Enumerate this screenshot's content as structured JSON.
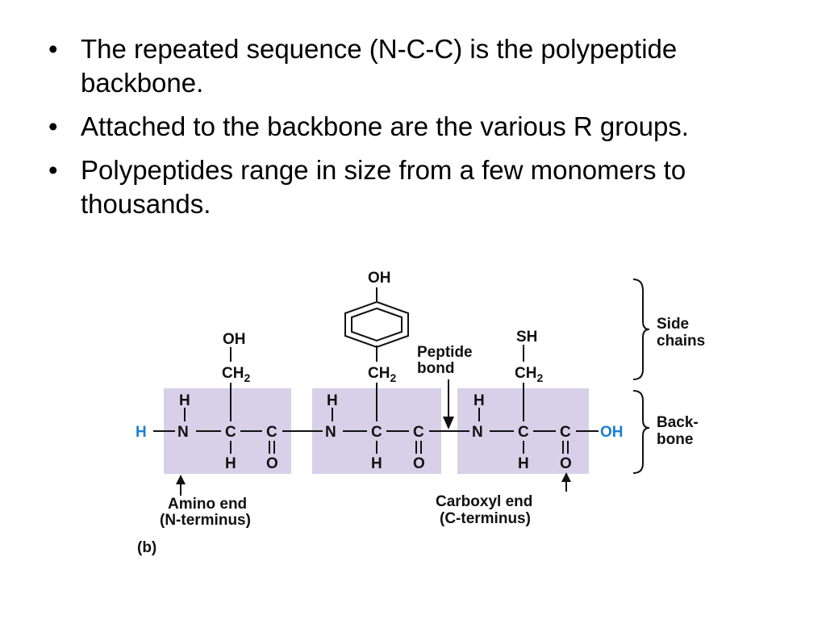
{
  "bullets": [
    "The repeated sequence (N-C-C) is the polypeptide backbone.",
    "Attached to the backbone are the various R groups.",
    "Polypeptides range in size from a few monomers to thousands."
  ],
  "diagram": {
    "side_chains": [
      "Side",
      "chains"
    ],
    "backbone": [
      "Back-",
      "bone"
    ],
    "peptide_bond": [
      "Peptide",
      "bond"
    ],
    "amino_end": [
      "Amino end",
      "(N-terminus)"
    ],
    "carboxyl_end": [
      "Carboxyl end",
      "(C-terminus)"
    ],
    "panel_label": "(b)",
    "atoms": {
      "H": "H",
      "N": "N",
      "C": "C",
      "O": "O",
      "OH": "OH",
      "SH": "SH",
      "CH2": "CH",
      "sub2": "2"
    },
    "colors": {
      "backbone_box": "#d8d0e8",
      "terminal_atoms": "#1a7fd6"
    }
  }
}
